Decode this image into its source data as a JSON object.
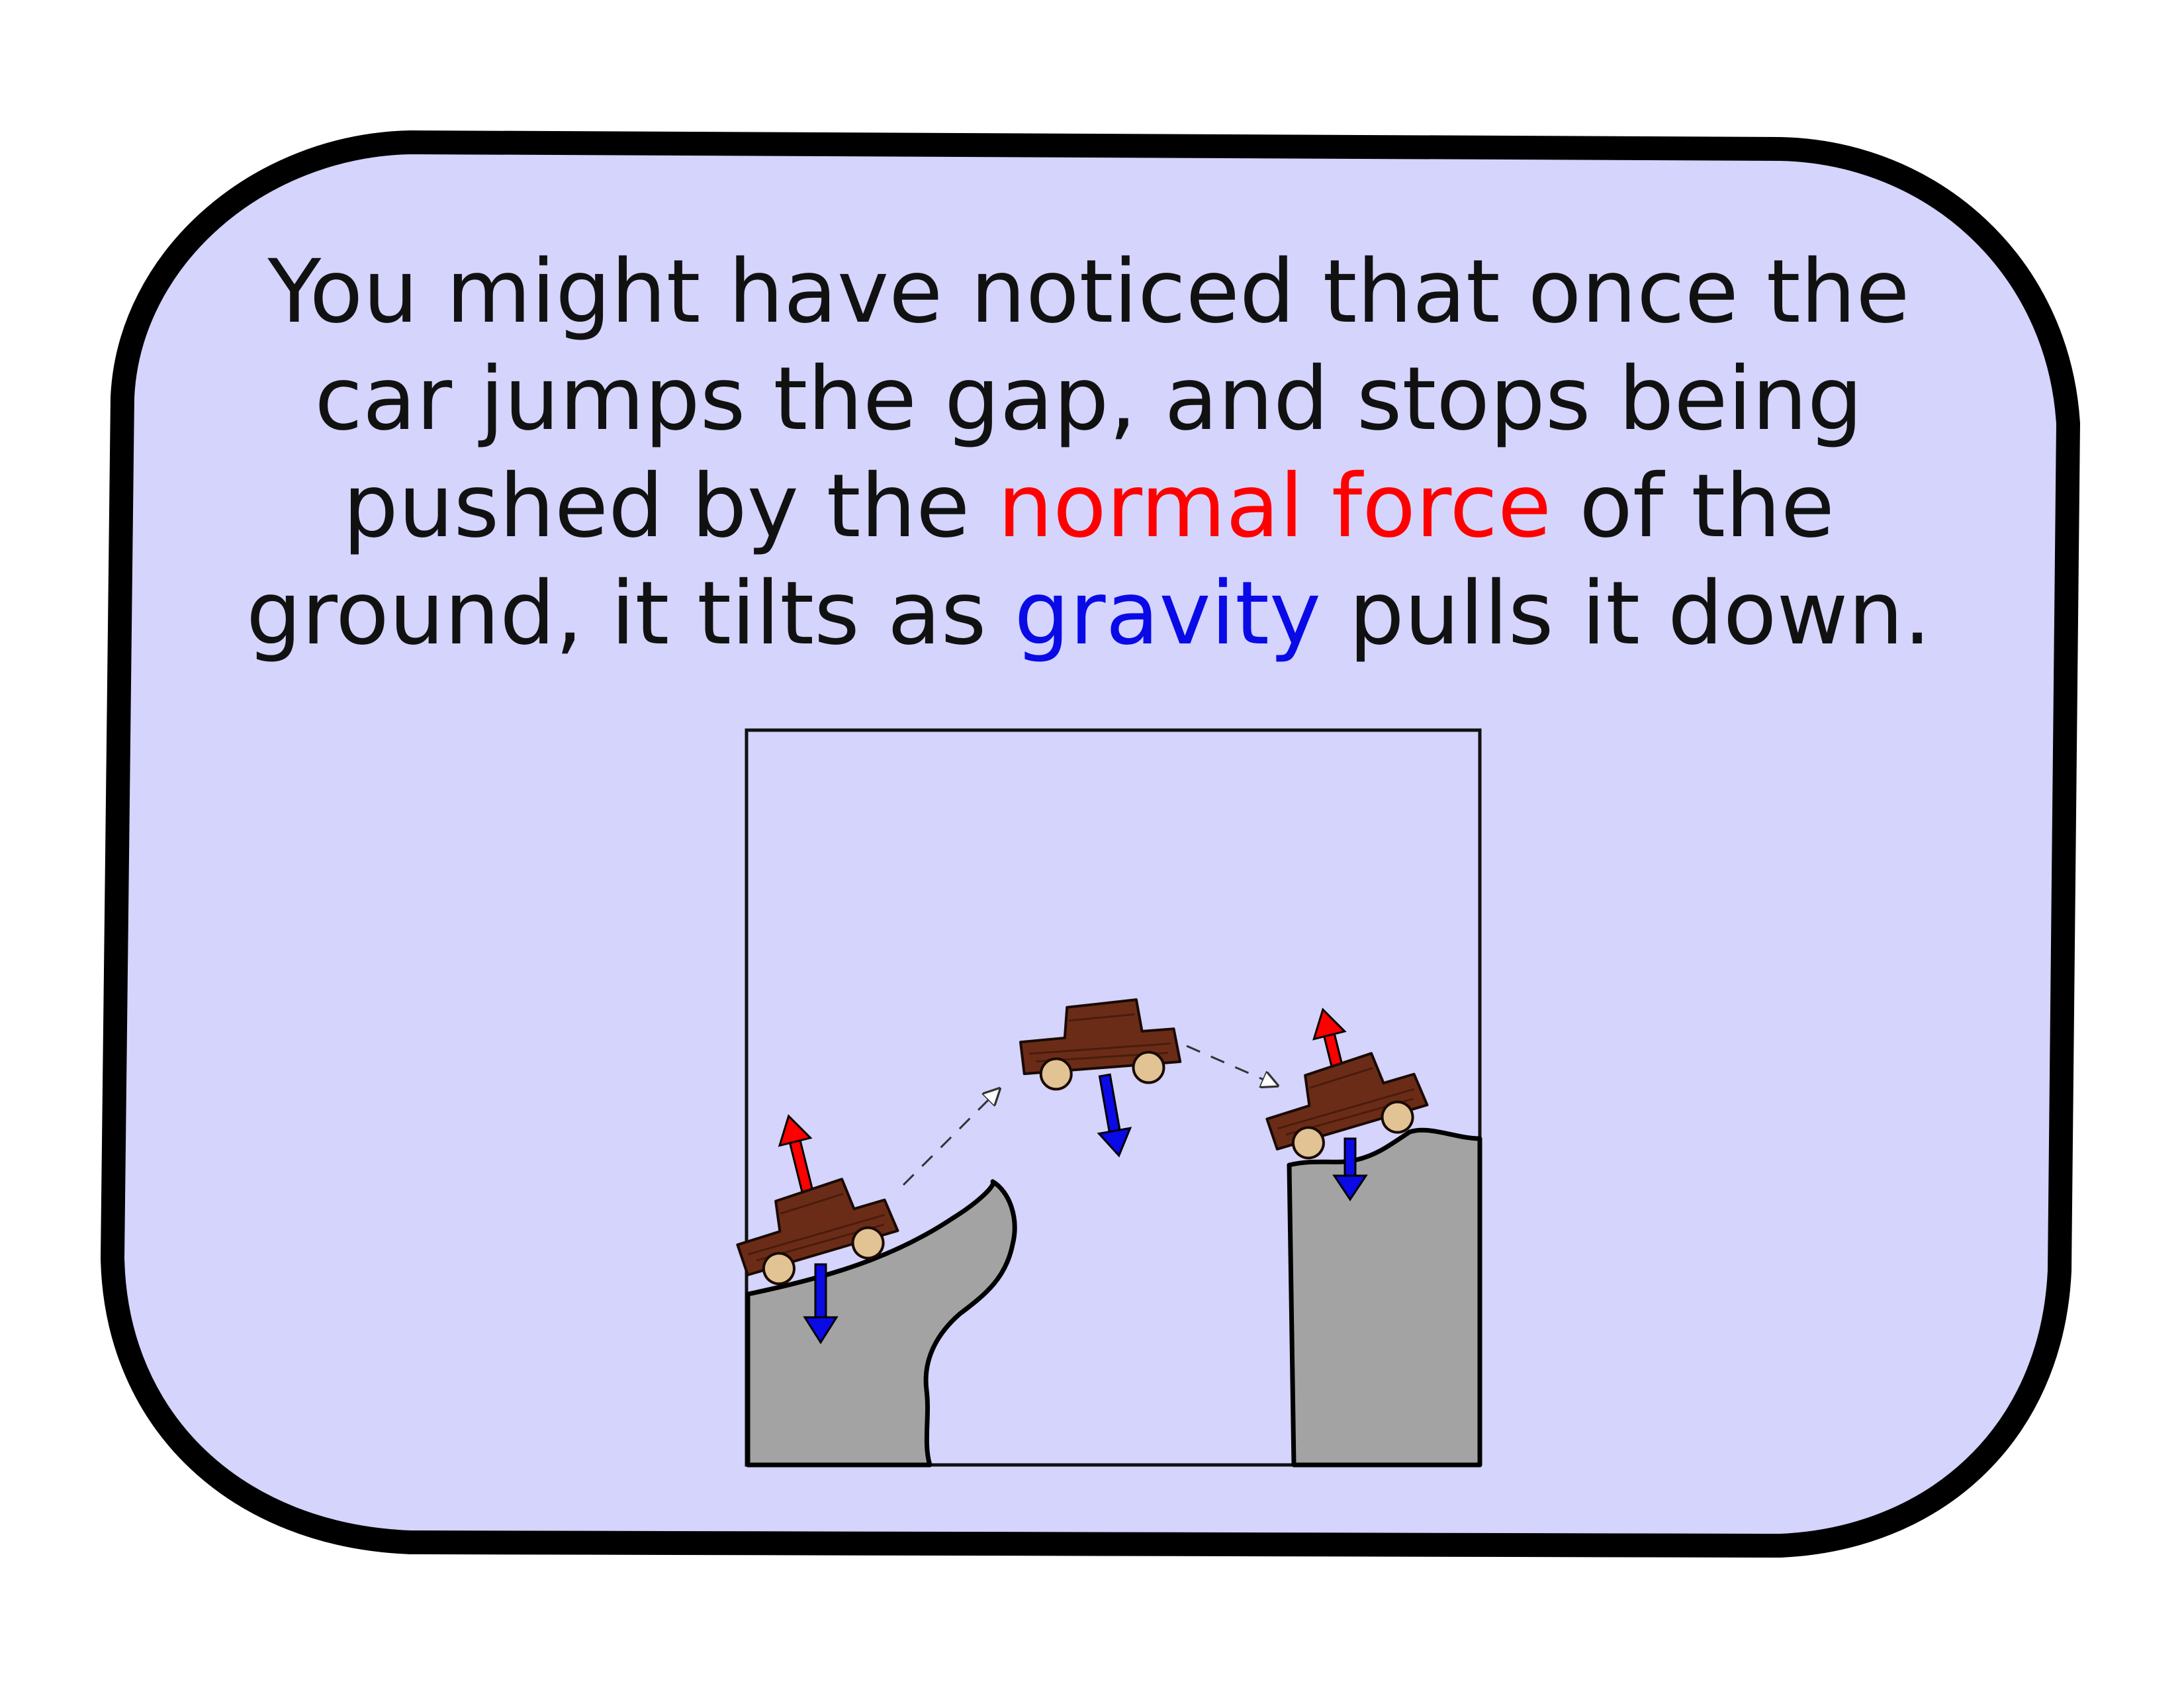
{
  "caption": {
    "part1": "You might have noticed that once the car jumps the gap, and stops being pushed by the ",
    "highlight_normal": "normal force",
    "part2": " of the ground, it tilts as ",
    "highlight_gravity": "gravity",
    "part3": " pulls it down."
  },
  "colors": {
    "card_fill": "#d4d4fd",
    "card_border": "#000000",
    "normal_force": "#ff0000",
    "gravity": "#0a0ae6",
    "rock": "#a3a3a3",
    "car_body": "#6b2c17",
    "car_wheel": "#e2c394"
  },
  "diagram": {
    "cars": [
      "car-on-ramp",
      "car-mid-air",
      "car-landing"
    ],
    "arrows": [
      "normal-force-arrow",
      "gravity-arrow"
    ]
  }
}
